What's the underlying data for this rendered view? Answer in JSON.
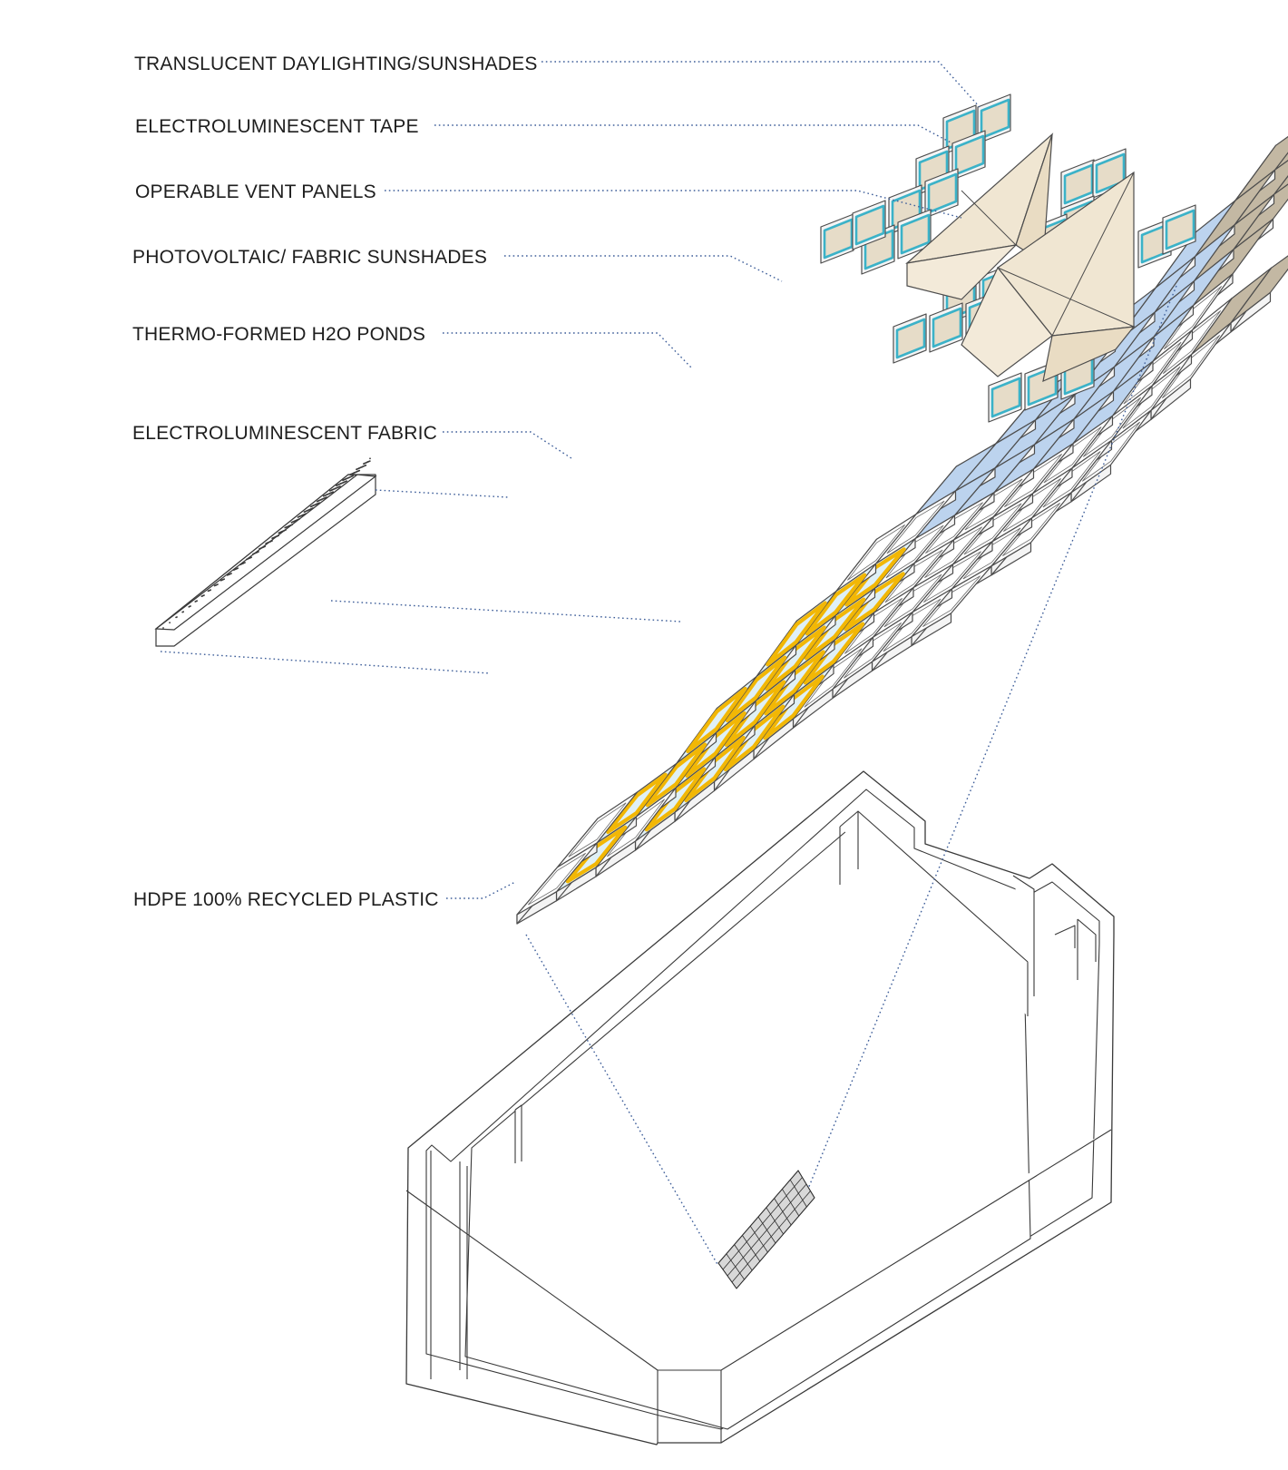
{
  "labels": {
    "translucent": "TRANSLUCENT DAYLIGHTING/SUNSHADES",
    "el_tape": "ELECTROLUMINESCENT TAPE",
    "vent": "OPERABLE VENT PANELS",
    "pv": "PHOTOVOLTAIC/ FABRIC SUNSHADES",
    "ponds": "THERMO-FORMED H2O PONDS",
    "el_fabric": "ELECTROLUMINESCENT FABRIC",
    "hdpe": "HDPE 100% RECYCLED PLASTIC"
  },
  "colors": {
    "background": "#ffffff",
    "frame": "#4d4d4d",
    "leader": "#3f5f9a",
    "el_fabric": "#f2b705",
    "el_fabric_fill": "#dff0f6",
    "pond": "#bcd3ee",
    "pv_sunshade": "#c3b8a3",
    "vent_panel": "#f0e6d2",
    "el_tape": "#3bb2c8",
    "daylighting": "#e6dcc8"
  }
}
